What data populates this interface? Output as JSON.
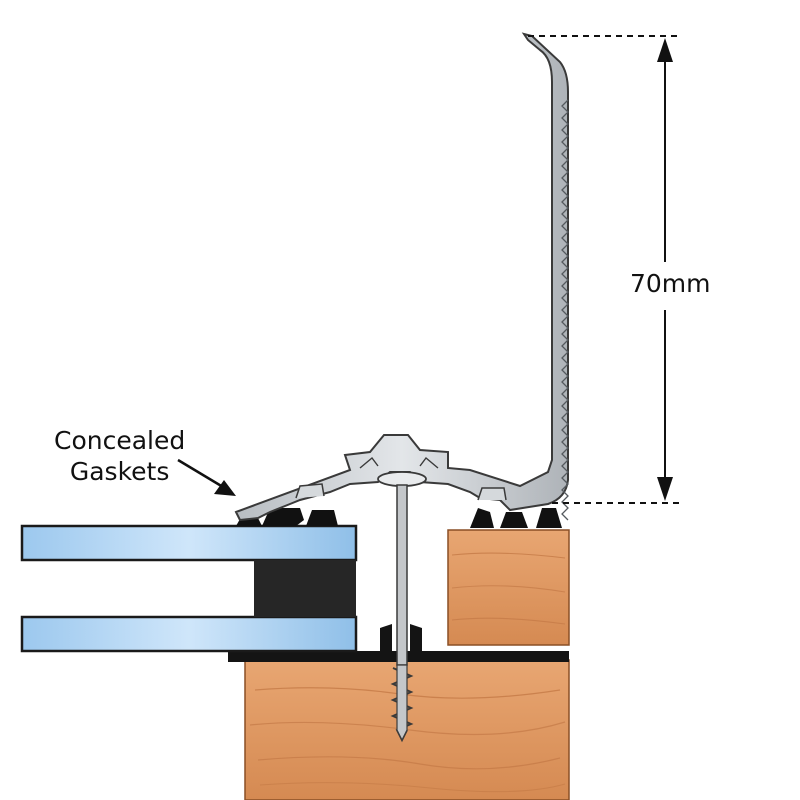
{
  "labels": {
    "gaskets_line1": "Concealed",
    "gaskets_line2": "Gaskets",
    "dimension": "70mm"
  },
  "colors": {
    "timber": "#dd9560",
    "timber_grain": "#b86a36",
    "glass": "#a9d1f2",
    "glass_edge": "#1a1a1a",
    "spacer": "#262626",
    "gasket": "#111111",
    "aluminium": "#c9cdd1",
    "aluminium_edge": "#3a3a3a",
    "screw": "#b9bcc0"
  }
}
